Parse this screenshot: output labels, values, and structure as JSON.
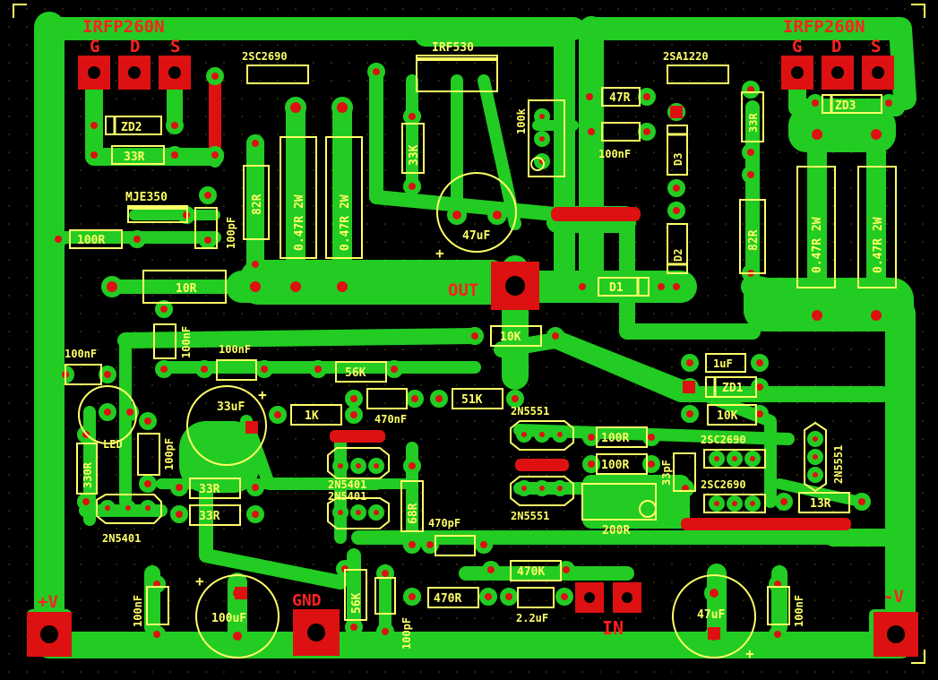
{
  "colors": {
    "background": "#000000",
    "copper": "#22cc22",
    "silkscreen": "#ffff66",
    "pad": "#dd1111",
    "via_ring": "#ffff66"
  },
  "labels": {
    "irfp_left": "IRFP260N",
    "irfp_right": "IRFP260N",
    "gds_left": [
      "G",
      "D",
      "S"
    ],
    "gds_right": [
      "G",
      "D",
      "S"
    ],
    "out": "OUT",
    "gnd": "GND",
    "in": "IN",
    "plus_v": "+V",
    "minus_v": "-V"
  },
  "components": {
    "q_2sc2690_top": "2SC2690",
    "q_irf530": "IRF530",
    "q_2sa1220": "2SA1220",
    "q_mje350": "MJE350",
    "zd2": "ZD2",
    "zd3": "ZD3",
    "zd1": "ZD1",
    "r33_left": "33R",
    "r33_right": "33R",
    "r47": "47R",
    "r82_left": "82R",
    "r82_right": "82R",
    "r047_a": "0.47R 2W",
    "r047_b": "0.47R 2W",
    "r047_c": "0.47R 2W",
    "r047_d": "0.47R 2W",
    "r33k": "33K",
    "pot100k": "100k",
    "c100nf_top": "100nF",
    "c47uf_mid": "47uF",
    "d3": "D3",
    "d2": "D2",
    "d1": "D1",
    "r100": "100R",
    "c100pf_top": "100pF",
    "r10": "10R",
    "c100nf_a": "100nF",
    "c100nf_b": "100nF",
    "c100nf_c": "100nF",
    "r10k_a": "10K",
    "r56k": "56K",
    "r51k": "51K",
    "c1uf": "1uF",
    "r10k_b": "10K",
    "led": "LED",
    "c33uf": "33uF",
    "r1k": "1K",
    "c470nf": "470nF",
    "q_2n5551_a": "2N5551",
    "r100_a": "100R",
    "r100_b": "100R",
    "q_2sc2690_a": "2SC2690",
    "q_2sc2690_b": "2SC2690",
    "q_2n5551_r": "2N5551",
    "r330": "330R",
    "c100pf_a": "100pF",
    "q_2n5401_a": "2N5401",
    "q_2n5401_b": "2N5401",
    "r33_a": "33R",
    "r33_b": "33R",
    "q_2n5401_c": "2N5401",
    "r68": "68R",
    "c470pf": "470pF",
    "q_2n5551_b": "2N5551",
    "r200": "200R",
    "c33pf": "33pF",
    "r13": "13R",
    "r470k": "470K",
    "r470": "470R",
    "c2u2": "2.2uF",
    "c100nf_left": "100nF",
    "c100uf": "100uF",
    "r56k_b": "56K",
    "c100pf_b": "100pF",
    "c47uf_b": "47uF",
    "c100nf_right": "100nF"
  }
}
